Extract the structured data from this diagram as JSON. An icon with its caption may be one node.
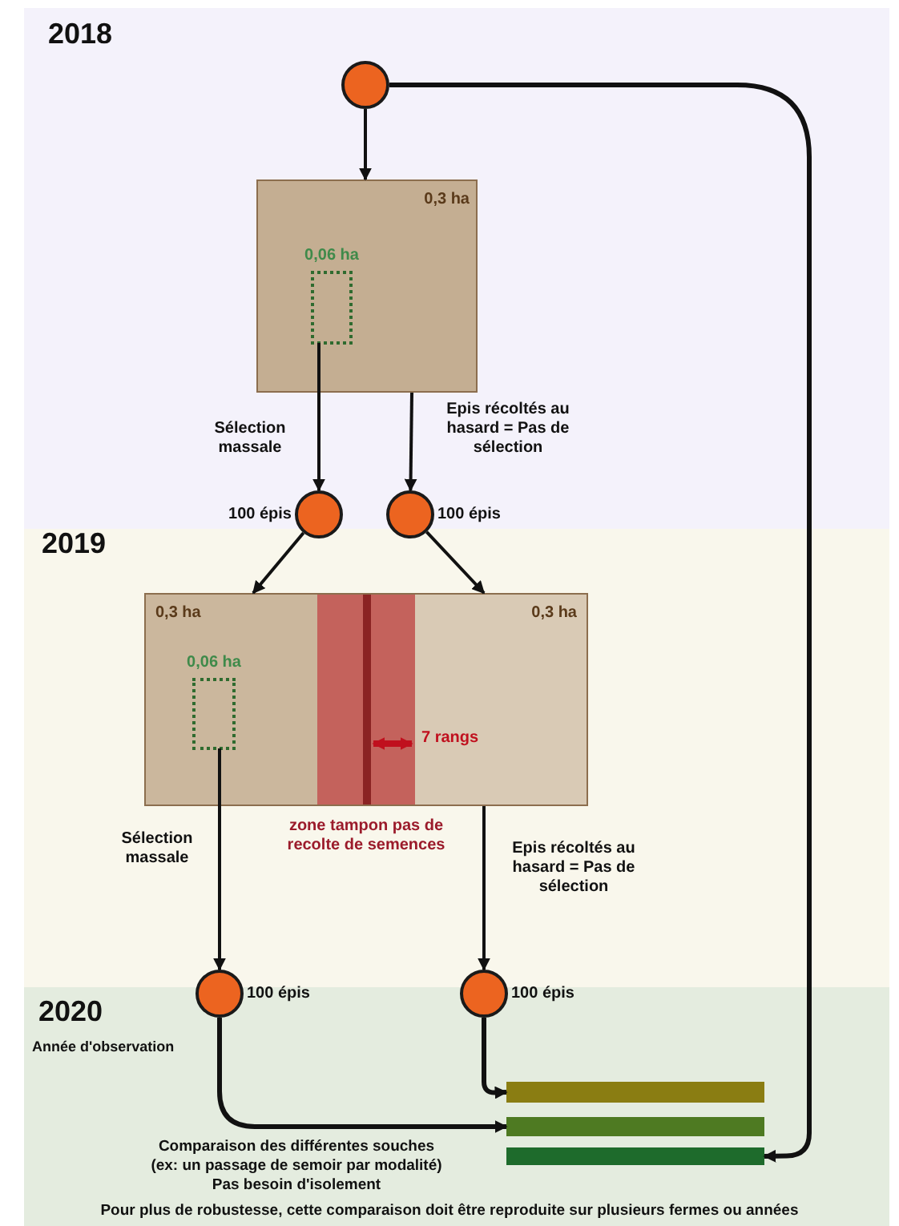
{
  "diagram": {
    "nodes": [
      {
        "text": [],
        "shape": "circle"
      },
      {
        "text": [
          "0,3 ha"
        ]
      },
      {
        "text": [
          "0,06 ha"
        ],
        "in": 1
      },
      {
        "text": [],
        "shape": "circle",
        "beside": [
          "100 épis"
        ]
      },
      {
        "text": [],
        "shape": "circle",
        "beside": [
          "100 épis"
        ]
      },
      {
        "text": [
          "0,3 ha"
        ]
      },
      {
        "text": [
          "0,06 ha"
        ],
        "in": 5
      },
      {
        "text": [
          "zone tampon pas de recolte de semences"
        ]
      },
      {
        "text": [
          "0,3 ha"
        ]
      },
      {
        "text": [],
        "shape": "circle",
        "beside": [
          "100 épis"
        ]
      },
      {
        "text": [],
        "shape": "circle",
        "beside": [
          "100 épis"
        ]
      },
      {
        "text": [],
        "shape": "bar"
      },
      {
        "text": [],
        "shape": "bar"
      },
      {
        "text": [],
        "shape": "bar"
      }
    ],
    "edges": [
      {
        "from": 0,
        "to": 1,
        "arrow": "to"
      },
      {
        "from": 2,
        "to": 3,
        "arrow": "to",
        "label": "Sélection massale"
      },
      {
        "from": 1,
        "to": 4,
        "arrow": "to",
        "label": "Epis récoltés au hasard = Pas de sélection"
      },
      {
        "from": 3,
        "to": 5,
        "arrow": "to"
      },
      {
        "from": 4,
        "to": 8,
        "arrow": "to"
      },
      {
        "from": 6,
        "to": 9,
        "arrow": "to",
        "label": "Sélection massale"
      },
      {
        "from": 8,
        "to": 10,
        "arrow": "to",
        "label": "Epis récoltés au hasard = Pas de sélection"
      },
      {
        "from": 10,
        "to": 11,
        "arrow": "to"
      },
      {
        "from": 9,
        "to": 12,
        "arrow": "to"
      },
      {
        "from": 0,
        "to": 13,
        "arrow": "to"
      }
    ],
    "labels": [
      "2018",
      "2019",
      "7 rangs",
      "2020",
      "Année d'observation",
      "Comparaison des différentes souches",
      "(ex: un passage de semoir par modalité)",
      "Pas besoin d'isolement",
      "Pour plus de robustesse, cette comparaison doit être reproduite sur plusieurs fermes ou années"
    ]
  }
}
